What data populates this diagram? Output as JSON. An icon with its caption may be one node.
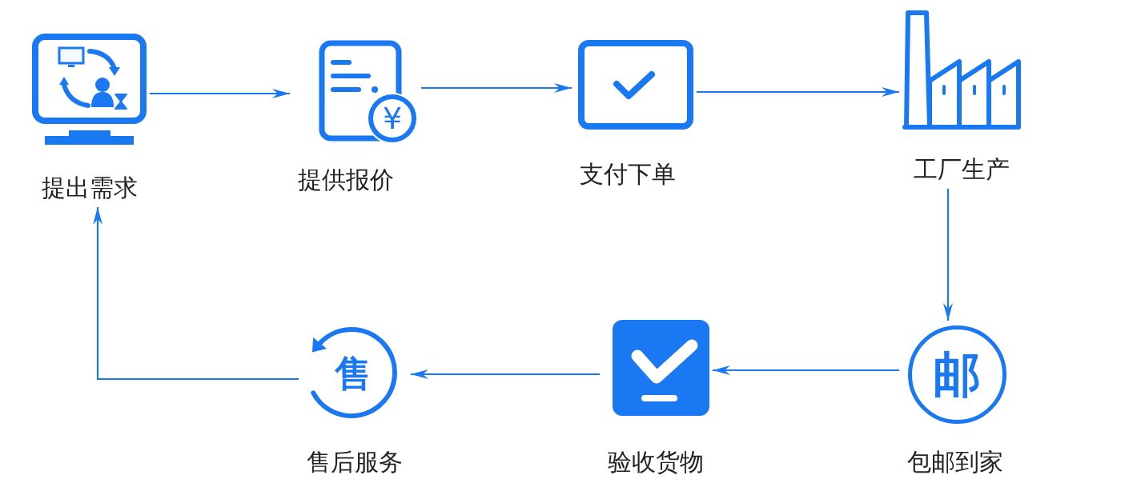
{
  "diagram": {
    "nodes": [
      {
        "text": [
          "提出需求"
        ]
      },
      {
        "text": [
          "¥",
          "提供报价"
        ]
      },
      {
        "text": [
          "支付下单"
        ]
      },
      {
        "text": [
          "工厂生产"
        ]
      },
      {
        "text": [
          "邮",
          "包邮到家"
        ]
      },
      {
        "text": [
          "验收货物"
        ]
      },
      {
        "text": [
          "售",
          "售后服务"
        ]
      }
    ],
    "edges": [
      {
        "from": 0,
        "to": 1,
        "arrow": "to"
      },
      {
        "from": 1,
        "to": 2,
        "arrow": "to"
      },
      {
        "from": 2,
        "to": 3,
        "arrow": "to"
      },
      {
        "from": 3,
        "to": 4,
        "arrow": "to"
      },
      {
        "from": 4,
        "to": 5,
        "arrow": "to"
      },
      {
        "from": 5,
        "to": 6,
        "arrow": "to"
      },
      {
        "from": 6,
        "to": 0,
        "arrow": "to"
      }
    ]
  }
}
